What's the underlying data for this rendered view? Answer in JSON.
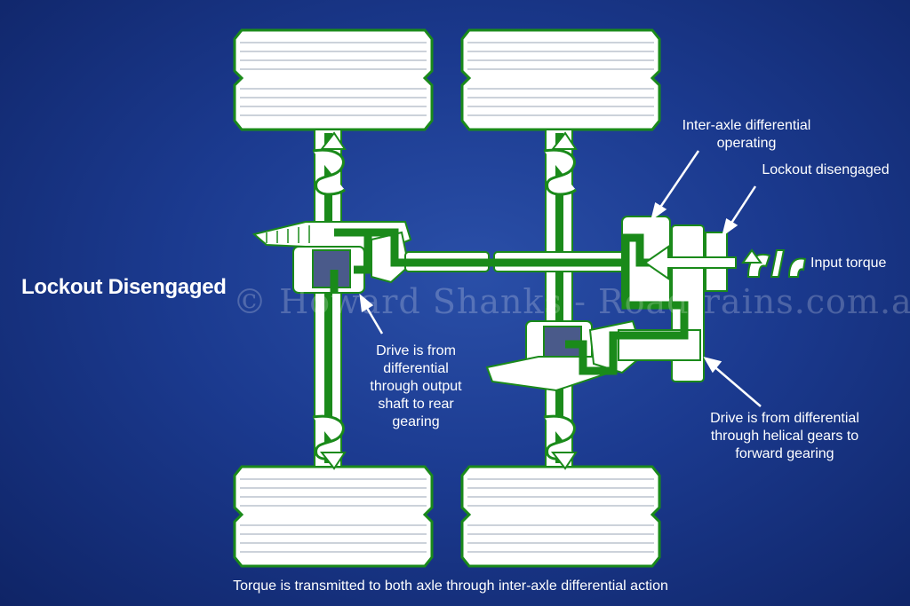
{
  "title": "Lockout Disengaged",
  "watermark": "© Howard Shanks - Roadtrains.com.au",
  "labels": {
    "inter_axle_line1": "Inter-axle differential",
    "inter_axle_line2": "operating",
    "lockout": "Lockout disengaged",
    "input_torque": "Input torque",
    "rear_drive_line1": "Drive is from",
    "rear_drive_line2": "differential",
    "rear_drive_line3": "through output",
    "rear_drive_line4": "shaft to rear",
    "rear_drive_line5": "gearing",
    "forward_drive_line1": "Drive is from differential",
    "forward_drive_line2": "through helical gears to",
    "forward_drive_line3": "forward gearing"
  },
  "caption": "Torque is transmitted to both axle through inter-axle differential action",
  "colors": {
    "background": "#1b3a8f",
    "drive_path": "#1a8a1a",
    "component": "#ffffff",
    "outline": "#0c5f14"
  }
}
